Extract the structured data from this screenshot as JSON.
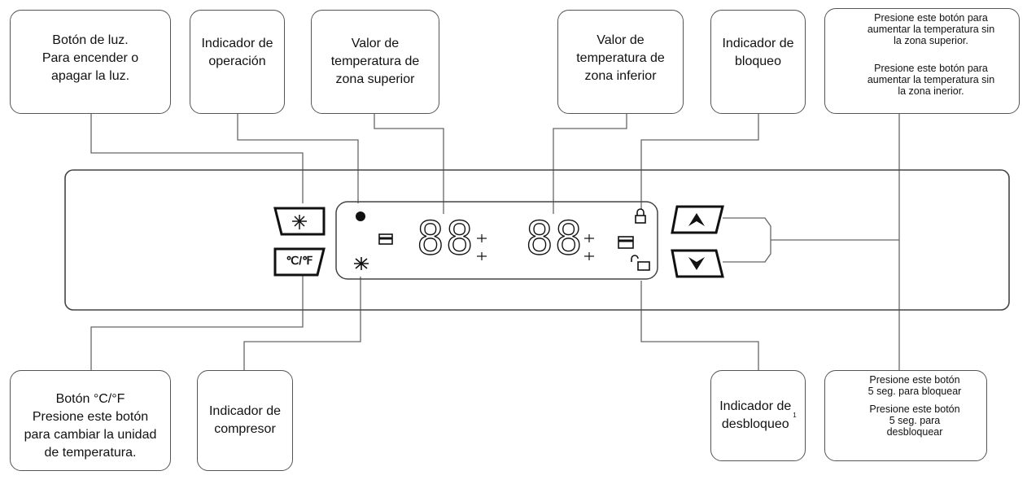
{
  "callouts": {
    "light_button": "Botón de luz.\nPara encender o\napagar la luz.",
    "operation_indicator": "Indicador de\noperación",
    "upper_temp_value": "Valor de\ntemperatura de\nzona superior",
    "lower_temp_value": "Valor de\ntemperatura de\nzona inferior",
    "lock_indicator": "Indicador de\nbloqueo",
    "up_button_help": "Presione este botón para\naumentar la temperatura sin\nla zona superior.",
    "down_button_help": "Presione este botón para\naumentar la temperatura sin\nla zona inerior.",
    "unit_button": "Botón °C/°F\nPresione este botón\npara cambiar la unidad\nde temperatura.",
    "compressor_indicator": "Indicador de\ncompresor",
    "unlock_indicator": "Indicador de\ndesbloqueo",
    "unlock_footnote": "1",
    "lock_help": "Presione este botón\n5 seg. para bloquear",
    "unlock_help": "Presione este botón\n5 seg. para\ndesbloquear"
  },
  "panel": {
    "upper_display": "88",
    "lower_display": "88",
    "unit_button_label": "℃/℉"
  },
  "icons": [
    "light-icon",
    "operation-dot-icon",
    "compressor-icon",
    "lock-icon",
    "unlock-icon",
    "up-arrow-icon",
    "down-arrow-icon",
    "snowflake-icon"
  ]
}
